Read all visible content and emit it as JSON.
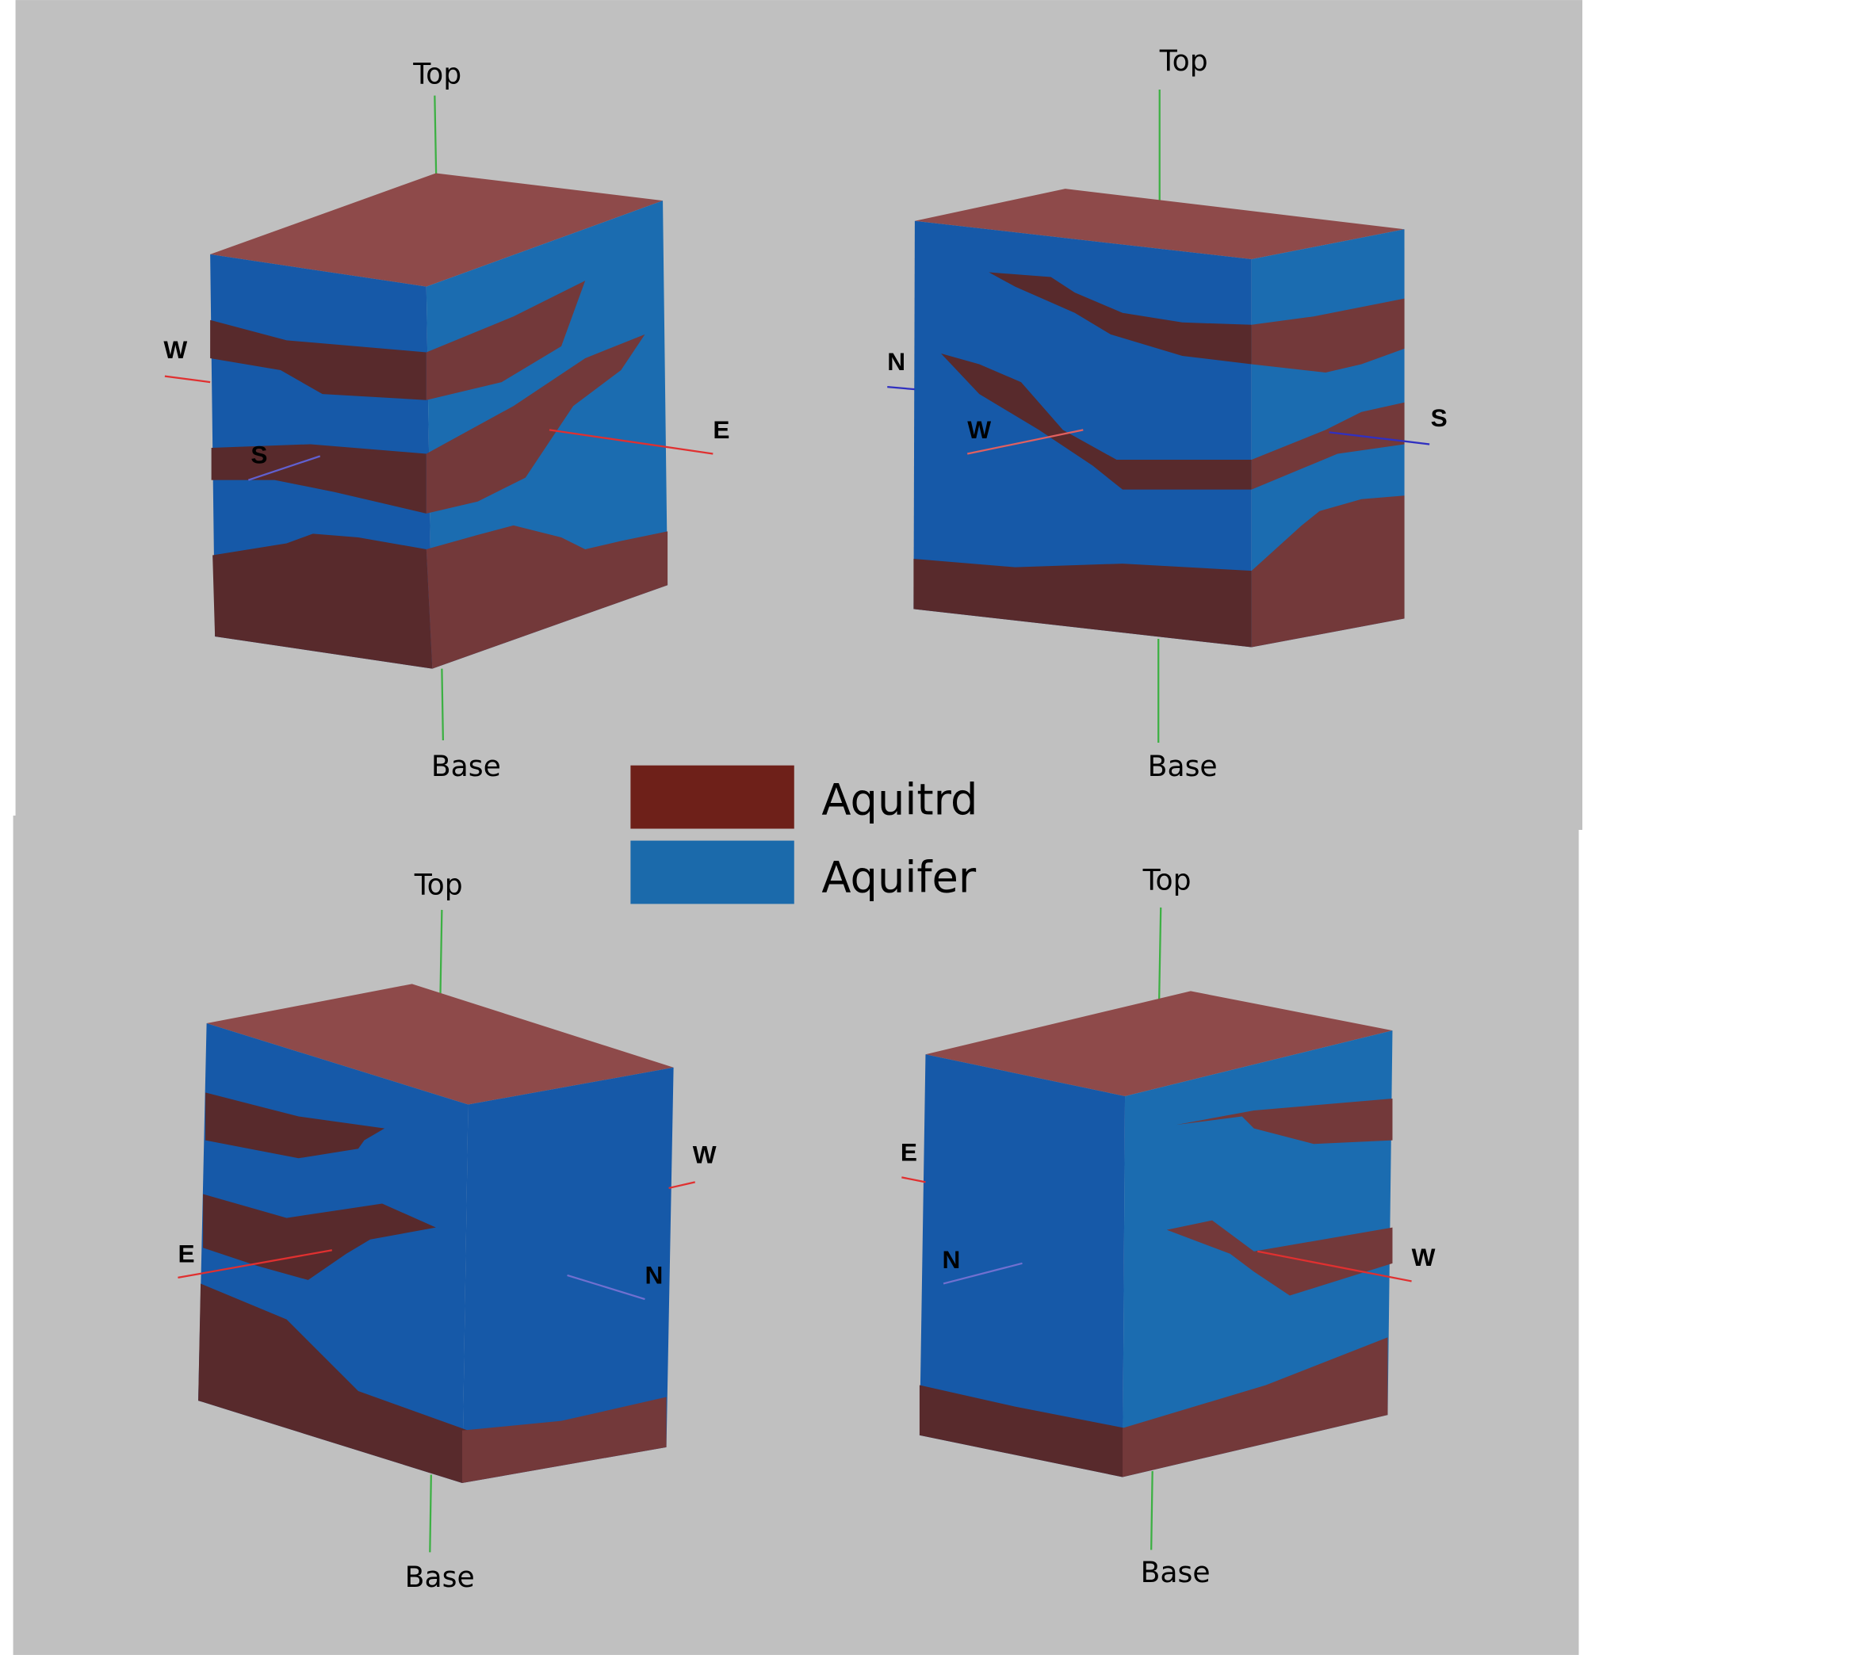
{
  "colors": {
    "background": "#c0c0c0",
    "aquitard": "#6e2019",
    "aquifer": "#1b6aab",
    "axis_vertical": "#3cb043",
    "axis_east_west": "#e03030",
    "axis_north_south": "#3030c0"
  },
  "legend": {
    "items": [
      {
        "label": "Aquitrd",
        "color": "#6e2019"
      },
      {
        "label": "Aquifer",
        "color": "#1b6aab"
      }
    ]
  },
  "blocks": [
    {
      "top": "Top",
      "base": "Base",
      "dirs": [
        "W",
        "E",
        "S"
      ]
    },
    {
      "top": "Top",
      "base": "Base",
      "dirs": [
        "N",
        "W",
        "S"
      ]
    },
    {
      "top": "Top",
      "base": "Base",
      "dirs": [
        "W",
        "E",
        "N"
      ]
    },
    {
      "top": "Top",
      "base": "Base",
      "dirs": [
        "E",
        "N",
        "W"
      ]
    }
  ]
}
